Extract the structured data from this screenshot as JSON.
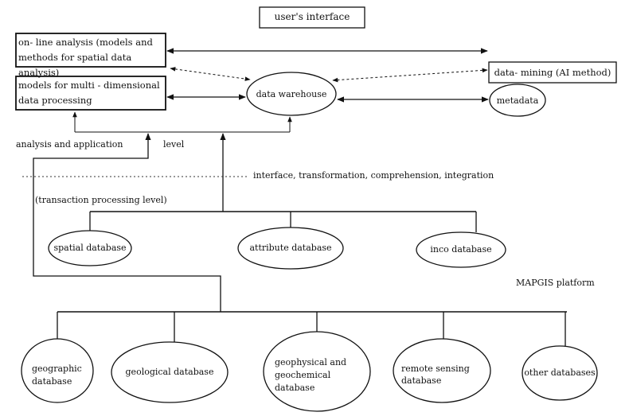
{
  "top": {
    "user_interface": "user's interface",
    "online_analysis": "on- line analysis (models and methods for spatial data analysis)",
    "data_mining": "data- mining (AI method)",
    "models_processing": "models for multi - dimensional data processing",
    "data_warehouse": "data warehouse",
    "metadata": "metadata"
  },
  "levels": {
    "analysis_application": "analysis and application",
    "level": "level",
    "interface_line": "interface, transformation, comprehension, integration",
    "transaction": "(transaction processing level)",
    "platform": "MAPGIS platform"
  },
  "middle_databases": {
    "spatial": "spatial database",
    "attribute": "attribute database",
    "inco": "inco database"
  },
  "bottom_databases": {
    "geographic": "geographic database",
    "geological": "geological database",
    "geophysical": "geophysical and geochemical database",
    "remote": "remote sensing database",
    "other": "other databases"
  }
}
